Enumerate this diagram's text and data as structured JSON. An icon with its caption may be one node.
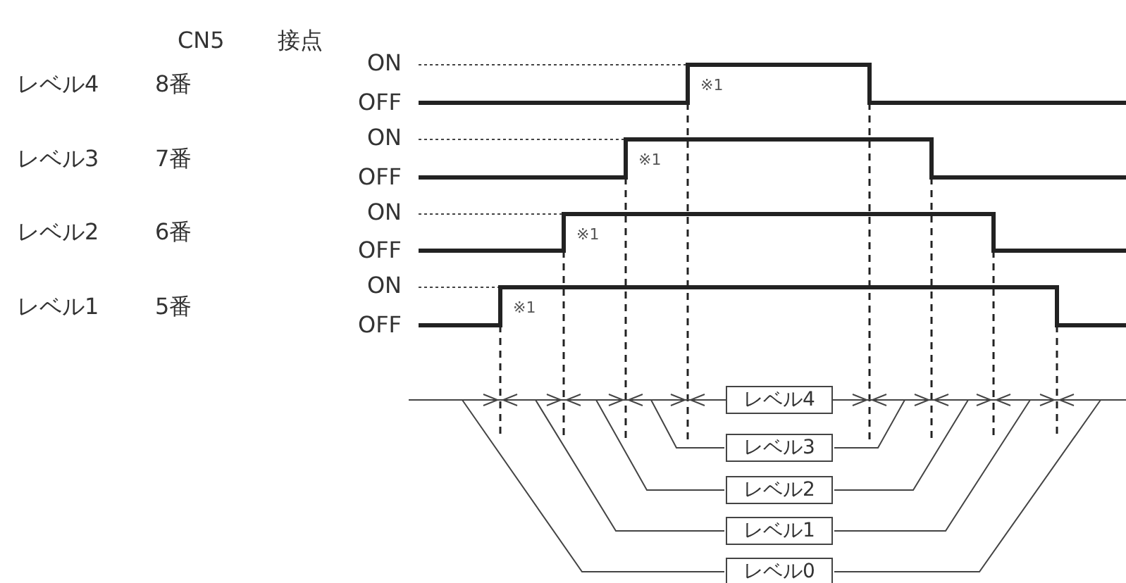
{
  "diagram": {
    "nodes": [
      {
        "text": [
          "レベル4"
        ]
      },
      {
        "text": [
          "レベル3"
        ]
      },
      {
        "text": [
          "レベル2"
        ]
      },
      {
        "text": [
          "レベル1"
        ]
      },
      {
        "text": [
          "レベル0"
        ]
      }
    ],
    "edges": [
      {
        "from": 1,
        "to": null,
        "arrow": "none"
      },
      {
        "from": 1,
        "to": null,
        "arrow": "none"
      },
      {
        "from": 2,
        "to": null,
        "arrow": "none"
      },
      {
        "from": 2,
        "to": null,
        "arrow": "none"
      },
      {
        "from": 3,
        "to": null,
        "arrow": "none"
      },
      {
        "from": 3,
        "to": null,
        "arrow": "none"
      },
      {
        "from": 4,
        "to": null,
        "arrow": "none"
      },
      {
        "from": 4,
        "to": null,
        "arrow": "none"
      }
    ],
    "labels": [
      "CN5",
      "接点",
      "レベル4",
      "8番",
      "ON",
      "OFF",
      "※1",
      "レベル3",
      "7番",
      "ON",
      "OFF",
      "※1",
      "レベル2",
      "6番",
      "ON",
      "OFF",
      "※1",
      "レベル1",
      "5番",
      "ON",
      "OFF",
      "※1"
    ]
  }
}
